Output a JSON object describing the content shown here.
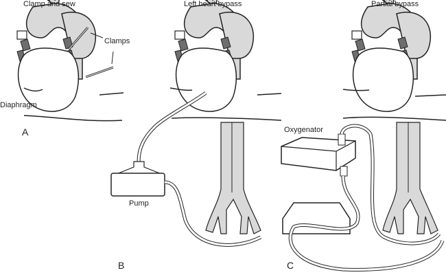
{
  "panels": [
    {
      "letter": "A",
      "title": "Clamp and sew"
    },
    {
      "letter": "B",
      "title": "Left heart bypass"
    },
    {
      "letter": "C",
      "title": "Partial bypass"
    }
  ],
  "labels": {
    "clamps": "Clamps",
    "diaphragm": "Diaphragm",
    "pump": "Pump",
    "oxygenator": "Oxygenator"
  },
  "colors": {
    "vessel_fill": "#d9d9d9",
    "outline": "#222222",
    "dark_vessel": "#6e6e6e"
  }
}
